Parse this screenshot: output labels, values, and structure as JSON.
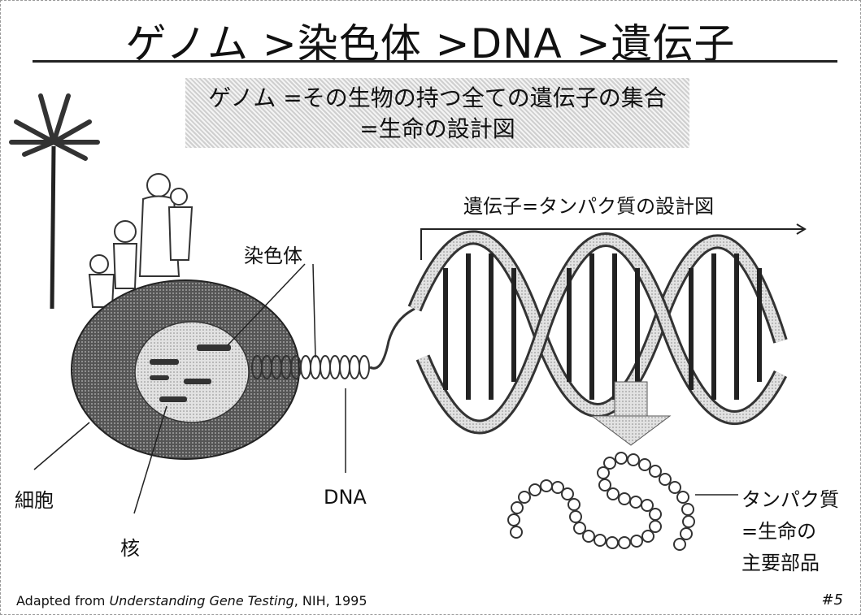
{
  "title": "ゲノム >染色体 >DNA >遺伝子",
  "definition": {
    "line1": "ゲノム =その生物の持つ全ての遺伝子の集合",
    "line2": "=生命の設計図"
  },
  "labels": {
    "gene": "遺伝子=タンパク質の設計図",
    "chromosome": "染色体",
    "cell": "細胞",
    "nucleus": "核",
    "dna": "DNA",
    "protein_1": "タンパク質",
    "protein_2": "=生命の",
    "protein_3": "主要部品"
  },
  "credit": {
    "prefix": "Adapted from ",
    "source": "Understanding Gene Testing",
    "suffix": ", NIH, 1995"
  },
  "slide_number": "#5"
}
